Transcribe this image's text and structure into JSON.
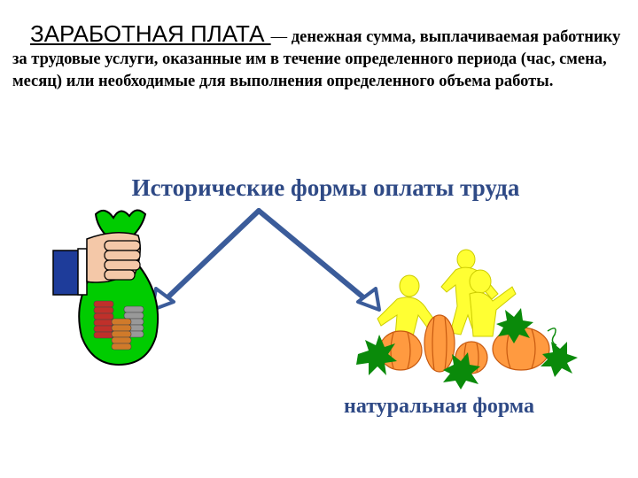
{
  "definition": {
    "term": "ЗАРАБОТНАЯ ПЛАТА ",
    "dash": "—",
    "text": " денежная сумма, выплачиваемая работнику за трудовые услуги, оказанные им в течение определенного периода (час, смена, месяц) или необходимые для выполнения определенного объема работы."
  },
  "subtitle": "Исторические формы оплаты труда",
  "caption_natural": "натуральная форма",
  "colors": {
    "accent": "#2f4a86",
    "arrow": "#3b5c9a",
    "money_bag": "#00cc00",
    "people": "#ffff33",
    "pumpkin": "#ff9a40",
    "leaf": "#0a8a0a"
  },
  "icons": {
    "left": "money-bag-icon",
    "right": "harvest-icon"
  }
}
